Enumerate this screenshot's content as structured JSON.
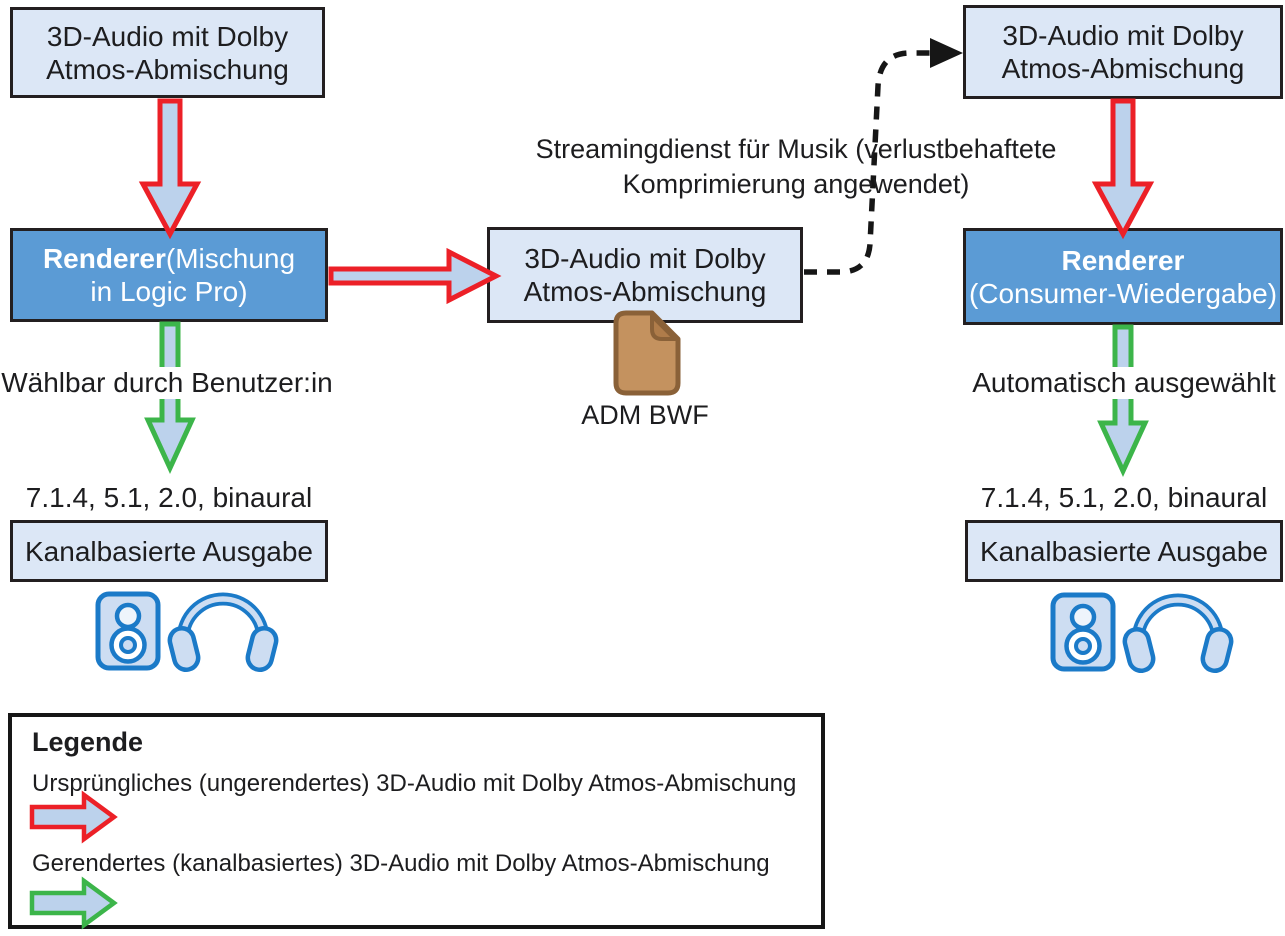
{
  "diagram": {
    "boxes": {
      "source_left": "3D-Audio mit Dolby Atmos-Abmischung",
      "renderer_left": {
        "bold": "Renderer",
        "line1_rest": "(Mischung",
        "line2": "in Logic Pro)"
      },
      "mix_center": "3D-Audio mit Dolby Atmos-Abmischung",
      "source_right": "3D-Audio mit Dolby Atmos-Abmischung",
      "renderer_right": {
        "bold": "Renderer",
        "line2": "(Consumer-Wiedergabe)"
      },
      "output_left": "Kanalbasierte Ausgabe",
      "output_right": "Kanalbasierte Ausgabe"
    },
    "labels": {
      "streaming_line1": "Streamingdienst für Musik (verlustbehaftete",
      "streaming_line2": "Komprimierung angewendet)",
      "user_selectable": "Wählbar durch Benutzer:in",
      "auto_selected": "Automatisch ausgewählt",
      "formats_left": "7.1.4, 5.1, 2.0, binaural",
      "formats_right": "7.1.4, 5.1, 2.0, binaural",
      "adm_file": "ADM BWF"
    },
    "legend": {
      "title": "Legende",
      "item_unrendered": "Ursprüngliches (ungerendertes) 3D-Audio mit Dolby Atmos-Abmischung",
      "item_rendered": "Gerendertes (kanalbasiertes) 3D-Audio mit Dolby Atmos-Abmischung"
    },
    "colors": {
      "box_fill_light": "#dce7f6",
      "box_fill_renderer": "#5b9bd5",
      "box_border": "#231f20",
      "arrow_shaft_fill": "#bcd2ec",
      "arrow_red": "#ec2027",
      "arrow_green": "#3cb54a",
      "dashed_black": "#161616",
      "file_fill": "#c4925f",
      "file_fold_fill": "#af7c4a",
      "file_border": "#8a6138",
      "device_stroke_blue": "#1b7ac8",
      "device_fill_blue": "#cdddf2"
    }
  }
}
